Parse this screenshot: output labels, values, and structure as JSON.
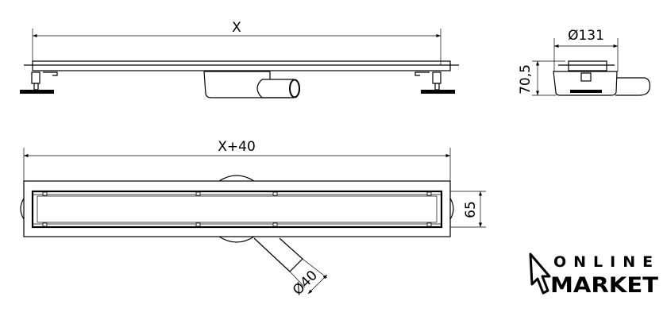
{
  "dimensions": {
    "length": "X",
    "total_length": "X+40",
    "diameter_body": "Ø131",
    "height": "70,5",
    "width": "65",
    "pipe_diameter": "Ø40"
  },
  "logo": {
    "line1": "ONLINE",
    "line2": "MARKET"
  }
}
